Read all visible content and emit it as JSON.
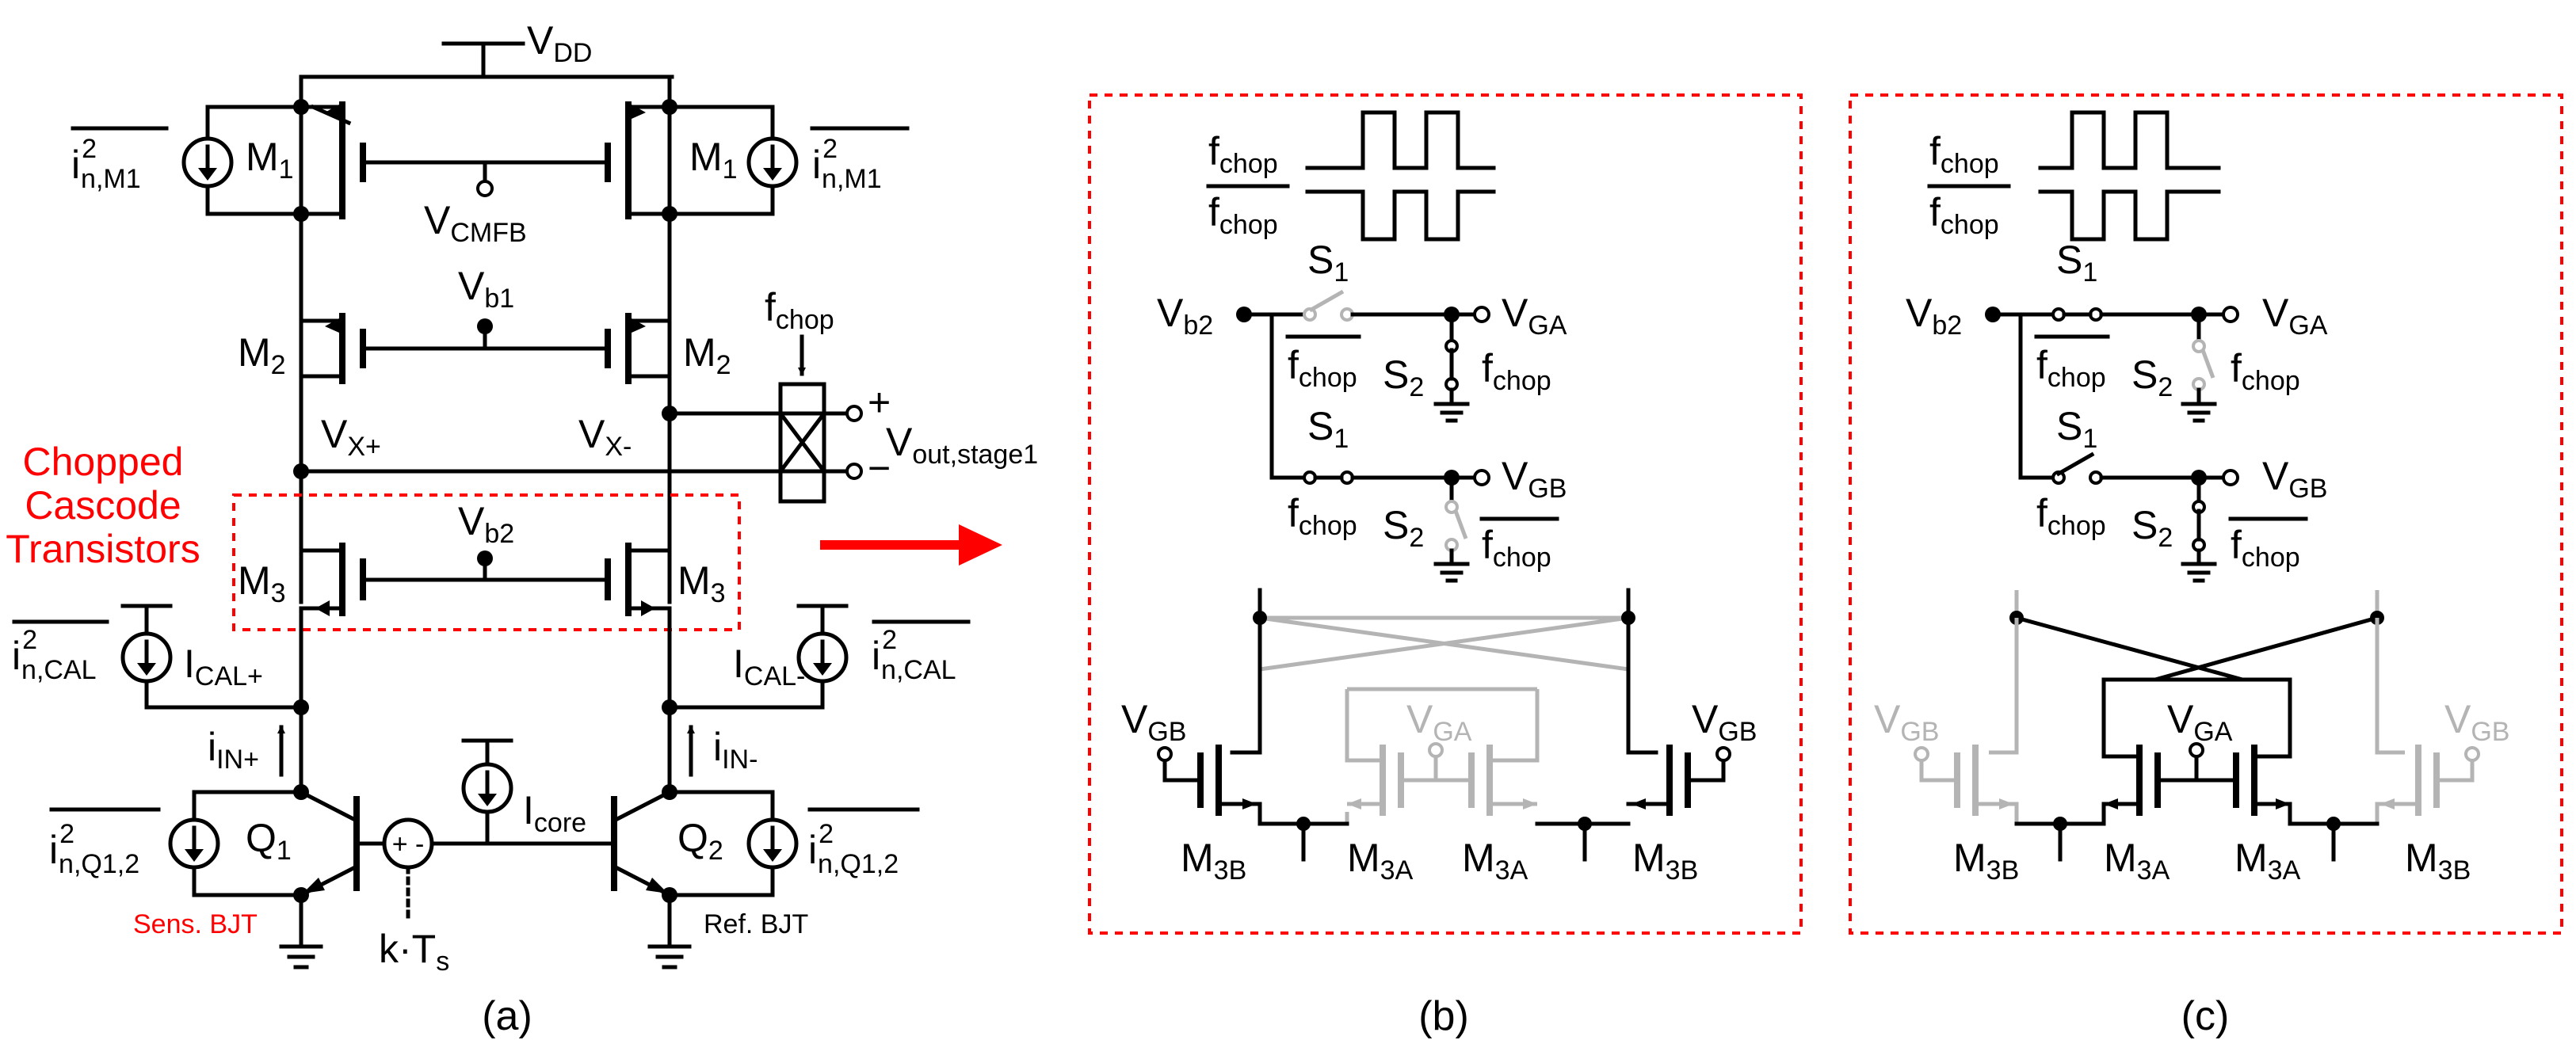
{
  "panel_a": {
    "vdd": "V",
    "vdd_sub": "DD",
    "m1_left": "M",
    "m1_left_sub": "1",
    "m1_right": "M",
    "m1_right_sub": "1",
    "noise_m1_left": "i",
    "noise_m1_left_sup": "2",
    "noise_m1_left_sub": "n,M1",
    "noise_m1_right": "i",
    "noise_m1_right_sup": "2",
    "noise_m1_right_sub": "n,M1",
    "vcmfb": "V",
    "vcmfb_sub": "CMFB",
    "vb1": "V",
    "vb1_sub": "b1",
    "m2_left": "M",
    "m2_left_sub": "2",
    "m2_right": "M",
    "m2_right_sub": "2",
    "fchop": "f",
    "fchop_sub": "chop",
    "vxp": "V",
    "vxp_sub": "X+",
    "vxm": "V",
    "vxm_sub": "X-",
    "vout": "V",
    "vout_sub": "out,stage1",
    "plus": "+",
    "minus": "−",
    "chopped_label": [
      "Chopped",
      "Cascode",
      "Transistors"
    ],
    "vb2": "V",
    "vb2_sub": "b2",
    "m3_left": "M",
    "m3_left_sub": "3",
    "m3_right": "M",
    "m3_right_sub": "3",
    "noise_cal_left": "i",
    "noise_cal_left_sup": "2",
    "noise_cal_left_sub": "n,CAL",
    "icalp": "I",
    "icalp_sub": "CAL+",
    "icalm": "I",
    "icalm_sub": "CAL-",
    "noise_cal_right": "i",
    "noise_cal_right_sup": "2",
    "noise_cal_right_sub": "n,CAL",
    "iinp": "i",
    "iinp_sub": "IN+",
    "iinm": "i",
    "iinm_sub": "IN-",
    "icore": "I",
    "icore_sub": "core",
    "noise_q_left": "i",
    "noise_q_left_sup": "2",
    "noise_q_left_sub": "n,Q1,2",
    "noise_q_right": "i",
    "noise_q_right_sup": "2",
    "noise_q_right_sub": "n,Q1,2",
    "q1": "Q",
    "q1_sub": "1",
    "q2": "Q",
    "q2_sub": "2",
    "sum_symbol": "+ -",
    "kts": "k·T",
    "kts_sub": "s",
    "sens_bjt": "Sens. BJT",
    "ref_bjt": "Ref. BJT",
    "caption": "(a)"
  },
  "panel_b": {
    "fchop": "f",
    "fchop_sub": "chop",
    "fchop_bar": "f",
    "fchop_bar_sub": "chop",
    "vb2": "V",
    "vb2_sub": "b2",
    "s1_top": "S",
    "s1_top_sub": "1",
    "s1_top_clk": "f",
    "s1_top_clk_sub": "chop",
    "s2_top": "S",
    "s2_top_sub": "2",
    "s2_top_clk": "f",
    "s2_top_clk_sub": "chop",
    "vga": "V",
    "vga_sub": "GA",
    "s1_bot": "S",
    "s1_bot_sub": "1",
    "s1_bot_clk": "f",
    "s1_bot_clk_sub": "chop",
    "s2_bot": "S",
    "s2_bot_sub": "2",
    "s2_bot_clk": "f",
    "s2_bot_clk_sub": "chop",
    "vgb": "V",
    "vgb_sub": "GB",
    "vgb_left": "V",
    "vgb_left_sub": "GB",
    "vga_mid": "V",
    "vga_mid_sub": "GA",
    "vgb_right": "V",
    "vgb_right_sub": "GB",
    "m3b_left": "M",
    "m3b_left_sub": "3B",
    "m3a_left": "M",
    "m3a_left_sub": "3A",
    "m3a_right": "M",
    "m3a_right_sub": "3A",
    "m3b_right": "M",
    "m3b_right_sub": "3B",
    "caption": "(b)"
  },
  "panel_c": {
    "fchop": "f",
    "fchop_sub": "chop",
    "fchop_bar": "f",
    "fchop_bar_sub": "chop",
    "vb2": "V",
    "vb2_sub": "b2",
    "s1_top": "S",
    "s1_top_sub": "1",
    "s1_top_clk": "f",
    "s1_top_clk_sub": "chop",
    "s2_top": "S",
    "s2_top_sub": "2",
    "s2_top_clk": "f",
    "s2_top_clk_sub": "chop",
    "vga": "V",
    "vga_sub": "GA",
    "s1_bot": "S",
    "s1_bot_sub": "1",
    "s1_bot_clk": "f",
    "s1_bot_clk_sub": "chop",
    "s2_bot": "S",
    "s2_bot_sub": "2",
    "s2_bot_clk": "f",
    "s2_bot_clk_sub": "chop",
    "vgb": "V",
    "vgb_sub": "GB",
    "vgb_left": "V",
    "vgb_left_sub": "GB",
    "vga_mid": "V",
    "vga_mid_sub": "GA",
    "vgb_right": "V",
    "vgb_right_sub": "GB",
    "m3b_left": "M",
    "m3b_left_sub": "3B",
    "m3a_left": "M",
    "m3a_left_sub": "3A",
    "m3a_right": "M",
    "m3a_right_sub": "3A",
    "m3b_right": "M",
    "m3b_right_sub": "3B",
    "caption": "(c)"
  },
  "colors": {
    "highlight": "#ff0000",
    "inactive": "#b4b4b4",
    "wire": "#000000"
  }
}
